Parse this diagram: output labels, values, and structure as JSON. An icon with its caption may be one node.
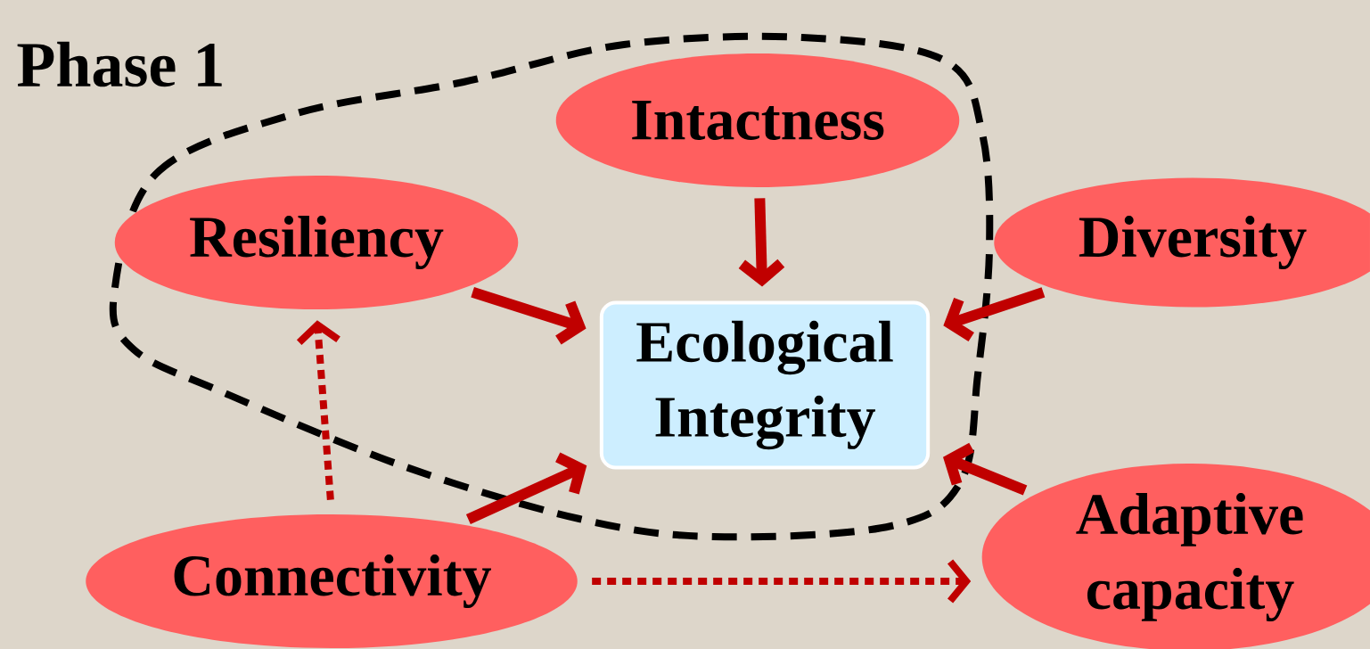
{
  "diagram": {
    "title": "Phase 1",
    "nodes": [
      {
        "text": [
          "Intactness"
        ]
      },
      {
        "text": [
          "Resiliency"
        ]
      },
      {
        "text": [
          "Diversity"
        ]
      },
      {
        "text": [
          "Ecological Integrity"
        ]
      },
      {
        "text": [
          "Connectivity"
        ]
      },
      {
        "text": [
          "Adaptive capacity"
        ]
      }
    ],
    "edges": [
      {
        "from": 0,
        "to": 3,
        "arrow": "to"
      },
      {
        "from": 1,
        "to": 3,
        "arrow": "to"
      },
      {
        "from": 2,
        "to": 3,
        "arrow": "to"
      },
      {
        "from": 4,
        "to": 3,
        "arrow": "to"
      },
      {
        "from": 5,
        "to": 3,
        "arrow": "to"
      },
      {
        "from": 4,
        "to": 1,
        "arrow": "to",
        "style": "dashed"
      },
      {
        "from": 4,
        "to": 5,
        "arrow": "to",
        "style": "dashed"
      }
    ]
  }
}
